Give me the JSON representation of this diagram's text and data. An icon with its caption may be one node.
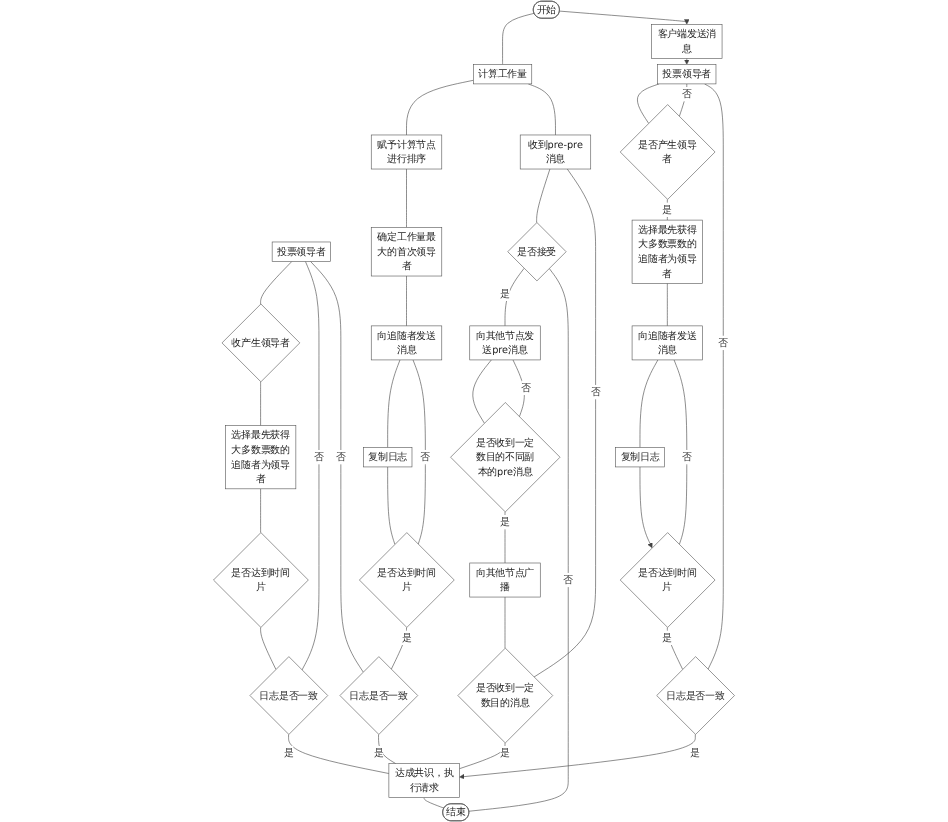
{
  "diagram": {
    "nodes": [
      {
        "text": [
          "开始"
        ]
      },
      {
        "text": [
          "计算工作量"
        ]
      },
      {
        "text": [
          "投票领导者"
        ]
      },
      {
        "text": [
          "收产生领导者"
        ]
      },
      {
        "text": [
          "选择最先获得大多数票数的追随者为领导者"
        ]
      },
      {
        "text": [
          "是否达到时间片"
        ]
      },
      {
        "text": [
          "日志是否一致"
        ]
      },
      {
        "text": [
          "赋予计算节点进行排序"
        ]
      },
      {
        "text": [
          "确定工作量最大的首次领导者"
        ]
      },
      {
        "text": [
          "向追随者发送消息"
        ]
      },
      {
        "text": [
          "复制日志"
        ]
      },
      {
        "text": [
          "是否达到时间片"
        ]
      },
      {
        "text": [
          "日志是否一致"
        ]
      },
      {
        "text": [
          "收到pre-pre消息"
        ]
      },
      {
        "text": [
          "是否接受"
        ]
      },
      {
        "text": [
          "向其他节点发送pre消息"
        ]
      },
      {
        "text": [
          "是否收到一定数目的不同副本的pre消息"
        ]
      },
      {
        "text": [
          "向其他节点广播"
        ]
      },
      {
        "text": [
          "是否收到一定数目的消息"
        ]
      },
      {
        "text": [
          "达成共识，执行请求"
        ]
      },
      {
        "text": [
          "结束"
        ]
      },
      {
        "text": [
          "客户端发送消息"
        ]
      },
      {
        "text": [
          "投票领导者"
        ]
      },
      {
        "text": [
          "是否产生领导者"
        ]
      },
      {
        "text": [
          "选择最先获得大多数票数的追随者为领导者"
        ]
      },
      {
        "text": [
          "向追随者发送消息"
        ]
      },
      {
        "text": [
          "复制日志"
        ]
      },
      {
        "text": [
          "是否达到时间片"
        ]
      },
      {
        "text": [
          "日志是否一致"
        ]
      }
    ],
    "edges": [
      {
        "from": 0,
        "to": 1,
        "arrow": "none"
      },
      {
        "from": 0,
        "to": 21,
        "arrow": "to"
      },
      {
        "from": 1,
        "to": 7,
        "arrow": "none"
      },
      {
        "from": 1,
        "to": 13,
        "arrow": "none"
      },
      {
        "from": 2,
        "to": 3,
        "arrow": "none"
      },
      {
        "from": 3,
        "to": 4,
        "arrow": "none"
      },
      {
        "from": 4,
        "to": 5,
        "arrow": "none"
      },
      {
        "from": 5,
        "to": 6,
        "arrow": "none"
      },
      {
        "from": 6,
        "to": 2,
        "label": "否",
        "arrow": "none"
      },
      {
        "from": 6,
        "to": 19,
        "label": "是",
        "arrow": "none"
      },
      {
        "from": 7,
        "to": 8,
        "arrow": "none"
      },
      {
        "from": 8,
        "to": 9,
        "arrow": "none"
      },
      {
        "from": 9,
        "to": 10,
        "arrow": "none"
      },
      {
        "from": 10,
        "to": 11,
        "arrow": "none"
      },
      {
        "from": 11,
        "to": 9,
        "label": "否",
        "arrow": "none"
      },
      {
        "from": 11,
        "to": 12,
        "label": "是",
        "arrow": "none"
      },
      {
        "from": 12,
        "to": 19,
        "label": "是",
        "arrow": "none"
      },
      {
        "from": 12,
        "to": 2,
        "label": "否",
        "arrow": "none"
      },
      {
        "from": 13,
        "to": 14,
        "arrow": "none"
      },
      {
        "from": 14,
        "to": 15,
        "label": "是",
        "arrow": "none"
      },
      {
        "from": 14,
        "to": 20,
        "label": "否",
        "arrow": "none"
      },
      {
        "from": 15,
        "to": 16,
        "arrow": "none"
      },
      {
        "from": 16,
        "to": 15,
        "label": "否",
        "arrow": "none"
      },
      {
        "from": 16,
        "to": 17,
        "label": "是",
        "arrow": "none"
      },
      {
        "from": 17,
        "to": 18,
        "arrow": "none"
      },
      {
        "from": 18,
        "to": 19,
        "label": "是",
        "arrow": "none"
      },
      {
        "from": 18,
        "to": 13,
        "label": "否",
        "arrow": "none"
      },
      {
        "from": 19,
        "to": 20,
        "arrow": "none"
      },
      {
        "from": 21,
        "to": 22,
        "arrow": "to"
      },
      {
        "from": 22,
        "to": 23,
        "arrow": "none"
      },
      {
        "from": 23,
        "to": 22,
        "label": "否",
        "arrow": "none"
      },
      {
        "from": 23,
        "to": 24,
        "label": "是",
        "arrow": "none"
      },
      {
        "from": 24,
        "to": 25,
        "arrow": "none"
      },
      {
        "from": 25,
        "to": 26,
        "arrow": "none"
      },
      {
        "from": 26,
        "to": 27,
        "arrow": "to"
      },
      {
        "from": 27,
        "to": 25,
        "label": "否",
        "arrow": "none"
      },
      {
        "from": 27,
        "to": 28,
        "label": "是",
        "arrow": "none"
      },
      {
        "from": 28,
        "to": 22,
        "label": "否",
        "arrow": "none"
      },
      {
        "from": 28,
        "to": 19,
        "label": "是",
        "arrow": "to"
      }
    ]
  }
}
